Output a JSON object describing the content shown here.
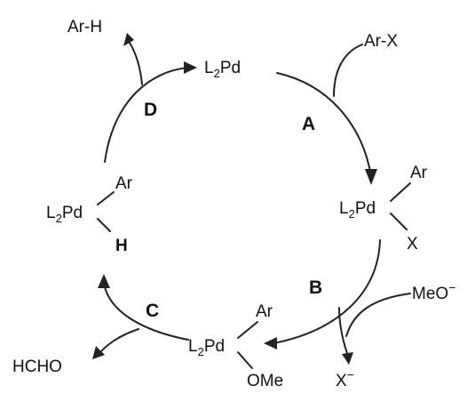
{
  "species": {
    "catalyst": {
      "pre": "L",
      "sub": "2",
      "post": "Pd"
    },
    "oxidative_adduct": {
      "metal_pre": "L",
      "metal_sub": "2",
      "metal_post": "Pd",
      "top": "Ar",
      "bottom": "X"
    },
    "methoxide_complex": {
      "metal_pre": "L",
      "metal_sub": "2",
      "metal_post": "Pd",
      "top": "Ar",
      "bottom": "OMe"
    },
    "hydride_complex": {
      "metal_pre": "L",
      "metal_sub": "2",
      "metal_post": "Pd",
      "top": "Ar",
      "bottom": "H"
    }
  },
  "reagents": {
    "aryl_halide": "Ar-X",
    "methoxide": "MeO",
    "methoxide_charge": "−",
    "halide": "X",
    "halide_charge": "−"
  },
  "products": {
    "arene": "Ar-H",
    "formaldehyde": "HCHO"
  },
  "steps": {
    "A": "A",
    "B": "B",
    "C": "C",
    "D": "D"
  }
}
